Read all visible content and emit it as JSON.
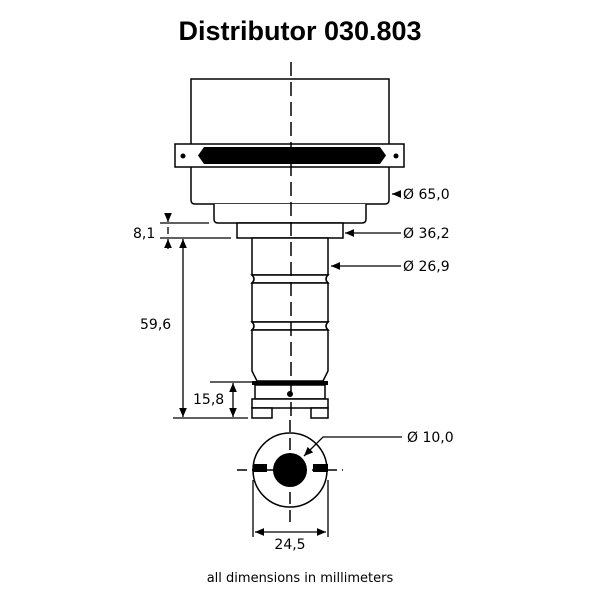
{
  "title": "Distributor 030.803",
  "dimensions": {
    "body_diameter": "Ø 65,0",
    "flange_diameter": "Ø 36,2",
    "shaft_diameter": "Ø 26,9",
    "flange_height": "8,1",
    "shaft_length": "59,6",
    "drive_height": "15,8",
    "drive_diameter": "Ø 10,0",
    "drive_width": "24,5"
  },
  "footer": "all dimensions in millimeters"
}
